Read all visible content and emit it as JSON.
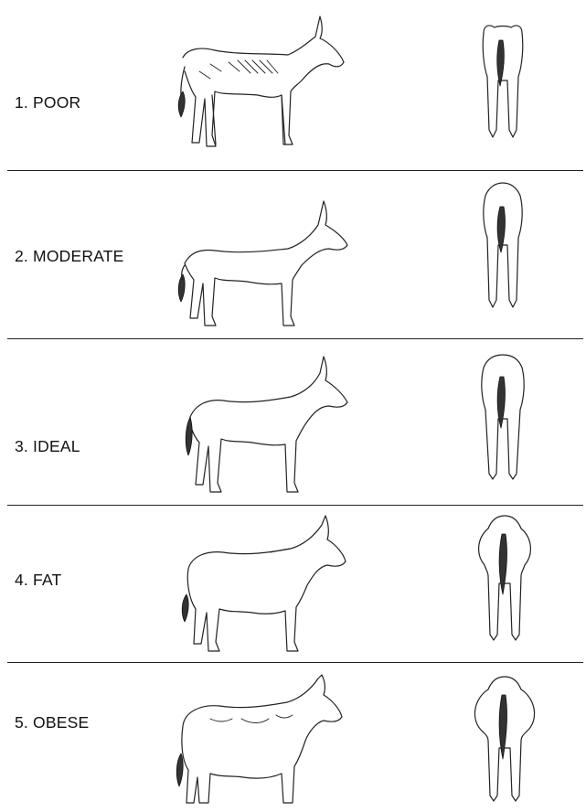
{
  "chart": {
    "levels": [
      {
        "label": "1. POOR"
      },
      {
        "label": "2. MODERATE"
      },
      {
        "label": "3. IDEAL"
      },
      {
        "label": "4. FAT"
      },
      {
        "label": "5. OBESE"
      }
    ]
  }
}
